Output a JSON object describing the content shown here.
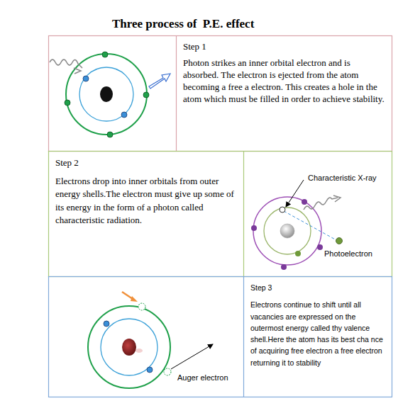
{
  "diagram": {
    "title": "Three process of  P.E. effect",
    "nodes": [
      {
        "text": [
          "Step 1",
          "Photon strikes an inner orbital electron and is absorbed. The electron is ejected from the atom becoming a free a electron. This creates a hole in the atom which must be filled in order to achieve stability."
        ]
      },
      {
        "text": [
          "Step 2",
          "Electrons drop into inner orbitals from outer energy shells.The electron must give up some of its energy in the form of a photon called characteristic radiation."
        ]
      },
      {
        "text": [
          "Characteristic X-ray",
          "Photoelectron"
        ]
      },
      {
        "text": [
          "Auger electron"
        ]
      },
      {
        "text": [
          "Step 3",
          "Electrons continue to shift until all vacancies are expressed on the outermost energy called thy valence shell.Here the atom has its best cha nce of acquiring free electron a free electron returning it to stability"
        ]
      }
    ]
  }
}
